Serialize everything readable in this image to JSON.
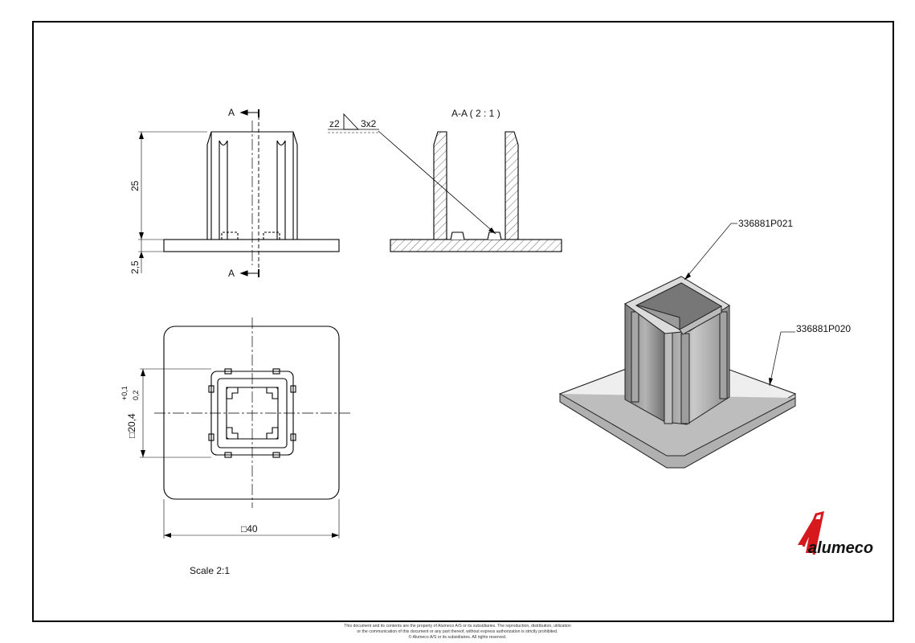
{
  "section_marker": "A",
  "section_title": "A-A ( 2 : 1 )",
  "dims": {
    "height": "25",
    "base_thickness": "2,5",
    "inner_square": "□20,4",
    "tol_upper": "+0,1",
    "tol_lower": "0,2",
    "base_width": "□40"
  },
  "weld": {
    "size": "z2",
    "length": "3x2"
  },
  "parts": {
    "insert": "336881P021",
    "base": "336881P020"
  },
  "scale_text": "Scale 2:1",
  "logo": {
    "text": "alumeco",
    "accent_color": "#d7191e"
  },
  "footer": {
    "line1": "This document and its contents are the property of Alumeco A/S or its subsidiaries. The reproduction, distribution, utilization",
    "line2": "or the communication of this document or any part thereof, without express authorization is strictly prohibited.",
    "line3": "© Alumeco A/S or its subsidiaries. All rights reserved."
  }
}
